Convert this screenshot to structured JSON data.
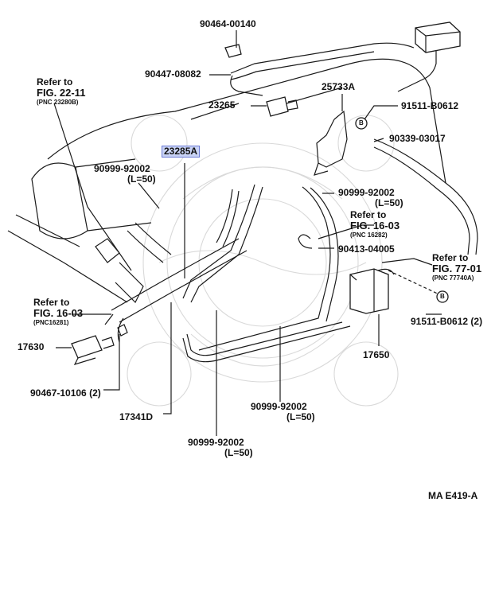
{
  "callouts": {
    "p90464": "90464-00140",
    "p90447": "90447-08082",
    "p25733A": "25733A",
    "p91511a": "91511-B0612",
    "p23265": "23265",
    "p90339": "90339-03017",
    "p23285A": "23285A",
    "p90999a": "90999-92002",
    "p90999a_len": "(L=50)",
    "p90999b": "90999-92002",
    "p90999b_len": "(L=50)",
    "p90413": "90413-04005",
    "p91511b": "91511-B0612 (2)",
    "p17630": "17630",
    "p17650": "17650",
    "p90467": "90467-10106 (2)",
    "p17341D": "17341D",
    "p90999c": "90999-92002",
    "p90999c_len": "(L=50)",
    "p90999d": "90999-92002",
    "p90999d_len": "(L=50)"
  },
  "references": {
    "ref1_head": "Refer to",
    "ref1_fig": "FIG. 22-11",
    "ref1_pnc": "(PNC 23280B)",
    "ref2_head": "Refer to",
    "ref2_fig": "FIG. 16-03",
    "ref2_pnc": "(PNC 16282)",
    "ref3_head": "Refer to",
    "ref3_fig": "FIG. 77-01",
    "ref3_pnc": "(PNC 77740A)",
    "ref4_head": "Refer to",
    "ref4_fig": "FIG. 16-03",
    "ref4_pnc": "(PNC16281)"
  },
  "markers": {
    "bolt_symbol": "B"
  },
  "diagram_code": "MA  E419-A",
  "colors": {
    "highlight": "#c9d3f5",
    "highlight_border": "#6b7bd6",
    "line": "#1a1a1a"
  }
}
